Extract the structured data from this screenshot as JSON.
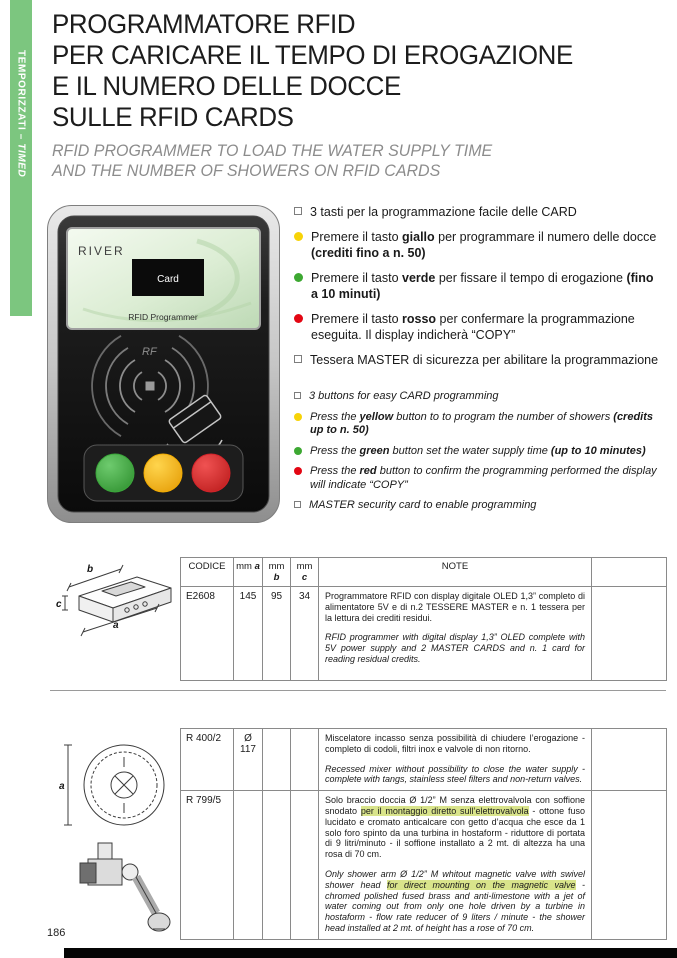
{
  "colors": {
    "sidebar_green": "#7cc67f",
    "bullet_yellow": "#f7d308",
    "bullet_green": "#3da832",
    "bullet_red": "#e30613",
    "button_green": "#3aa73a",
    "button_yellow": "#f2ac00",
    "button_red": "#d4232a",
    "highlight": "#d9e48b"
  },
  "sidebar": {
    "label_bold": "TEMPORIZZATI – ",
    "label_italic": "TIMED"
  },
  "header": {
    "title_lines": [
      "PROGRAMMATORE RFID",
      "PER CARICARE IL TEMPO DI EROGAZIONE",
      "E IL NUMERO DELLE DOCCE",
      "SULLE RFID CARDS"
    ],
    "subtitle_lines": [
      "RFID PROGRAMMER TO LOAD THE WATER SUPPLY TIME",
      "AND THE NUMBER OF SHOWERS ON RFID CARDS"
    ]
  },
  "device": {
    "brand": "RIVER",
    "screen_label": "Card",
    "screen_caption": "RFID Programmer",
    "rf_label": "RF"
  },
  "features_it": [
    {
      "marker": "square",
      "segments": [
        {
          "t": "3 tasti per la programmazione facile delle CARD"
        }
      ]
    },
    {
      "marker": "dot",
      "color_key": "bullet_yellow",
      "segments": [
        {
          "t": "Premere il tasto "
        },
        {
          "t": "giallo",
          "b": true
        },
        {
          "t": " per programmare  il numero delle docce "
        },
        {
          "t": "(crediti fino a n. 50)",
          "b": true
        }
      ]
    },
    {
      "marker": "dot",
      "color_key": "bullet_green",
      "segments": [
        {
          "t": "Premere il tasto "
        },
        {
          "t": "verde",
          "b": true
        },
        {
          "t": " per fissare il tempo di erogazione "
        },
        {
          "t": "(fino a 10 minuti)",
          "b": true
        }
      ]
    },
    {
      "marker": "dot",
      "color_key": "bullet_red",
      "segments": [
        {
          "t": "Premere il tasto "
        },
        {
          "t": "rosso",
          "b": true
        },
        {
          "t": " per confermare la programmazione eseguita. Il display indicherà “COPY”"
        }
      ]
    },
    {
      "marker": "square",
      "segments": [
        {
          "t": "Tessera MASTER di sicurezza per abilitare la programmazione"
        }
      ]
    }
  ],
  "features_en": [
    {
      "marker": "square",
      "segments": [
        {
          "t": "3 buttons for easy CARD programming"
        }
      ]
    },
    {
      "marker": "dot",
      "color_key": "bullet_yellow",
      "segments": [
        {
          "t": "Press the "
        },
        {
          "t": "yellow",
          "b": true
        },
        {
          "t": " button to to program the number of showers "
        },
        {
          "t": "(credits up to n. 50)",
          "b": true
        }
      ]
    },
    {
      "marker": "dot",
      "color_key": "bullet_green",
      "segments": [
        {
          "t": "Press the "
        },
        {
          "t": "green",
          "b": true
        },
        {
          "t": " button set the water supply time "
        },
        {
          "t": "(up to 10 minutes)",
          "b": true
        }
      ]
    },
    {
      "marker": "dot",
      "color_key": "bullet_red",
      "segments": [
        {
          "t": "Press the "
        },
        {
          "t": "red",
          "b": true
        },
        {
          "t": " button to confirm the programming performed the display will indicate “COPY”"
        }
      ]
    },
    {
      "marker": "square",
      "segments": [
        {
          "t": "MASTER security card to enable programming"
        }
      ]
    }
  ],
  "table1": {
    "headers": {
      "codice": "CODICE",
      "mm_a": [
        {
          "t": "mm "
        },
        {
          "t": "a",
          "b": true,
          "i": true
        }
      ],
      "mm_b": [
        {
          "t": "mm "
        },
        {
          "t": "b",
          "b": true,
          "i": true
        }
      ],
      "mm_c": [
        {
          "t": "mm "
        },
        {
          "t": "c",
          "b": true,
          "i": true
        }
      ],
      "note": "NOTE"
    },
    "row": {
      "codice": "E2608",
      "a": "145",
      "b": "95",
      "c": "34",
      "note_it": "Programmatore RFID con display digitale OLED 1,3” completo di alimentatore 5V e di n.2 TESSERE MASTER e n. 1 tessera per la lettura dei crediti residui.",
      "note_en": "RFID programmer with digital display 1,3” OLED complete with 5V power supply and 2 MASTER CARDS and n. 1 card for reading residual credits."
    }
  },
  "table2": {
    "rows": [
      {
        "code": "R 400/2",
        "dia_symbol": "Ø",
        "dia_value": "117",
        "note_it": [
          {
            "t": "Miscelatore incasso senza possibilità di chiudere l’erogazione - completo di codoli, filtri inox e valvole di non ritorno."
          }
        ],
        "note_en": [
          {
            "t": "Recessed mixer without possibility to close the water supply - complete with tangs, stainless steel filters and non-return valves."
          }
        ]
      },
      {
        "code": "R 799/5",
        "note_it": [
          {
            "t": "Solo braccio doccia Ø 1/2” M senza elettrovalvola con soffione snodato "
          },
          {
            "t": "per il montaggio diretto sull’elettrovalvola",
            "hl": true
          },
          {
            "t": " - ottone fuso lucidato e cromato anticalcare con getto d’acqua che esce da 1 solo foro spinto da una turbina in hostaform - riduttore di portata di 9 litri/minuto - il soffione installato a 2 mt. di altezza ha una rosa di 70 cm."
          }
        ],
        "note_en": [
          {
            "t": "Only shower arm Ø 1/2” M whitout magnetic valve with swivel shower head "
          },
          {
            "t": "for direct mounting on the magnetic valve",
            "hl": true
          },
          {
            "t": " - chromed polished fused brass and anti-limestone with a jet of water coming out from only one hole driven by a turbine in hostaform - flow rate reducer of 9 liters / minute - the shower head installed at 2 mt. of height has a rose of 70 cm."
          }
        ]
      }
    ]
  },
  "drawing1": {
    "label_a": "a",
    "label_b": "b",
    "label_c": "c"
  },
  "drawing2": {
    "label_a": "a"
  },
  "page": {
    "number": "186"
  }
}
